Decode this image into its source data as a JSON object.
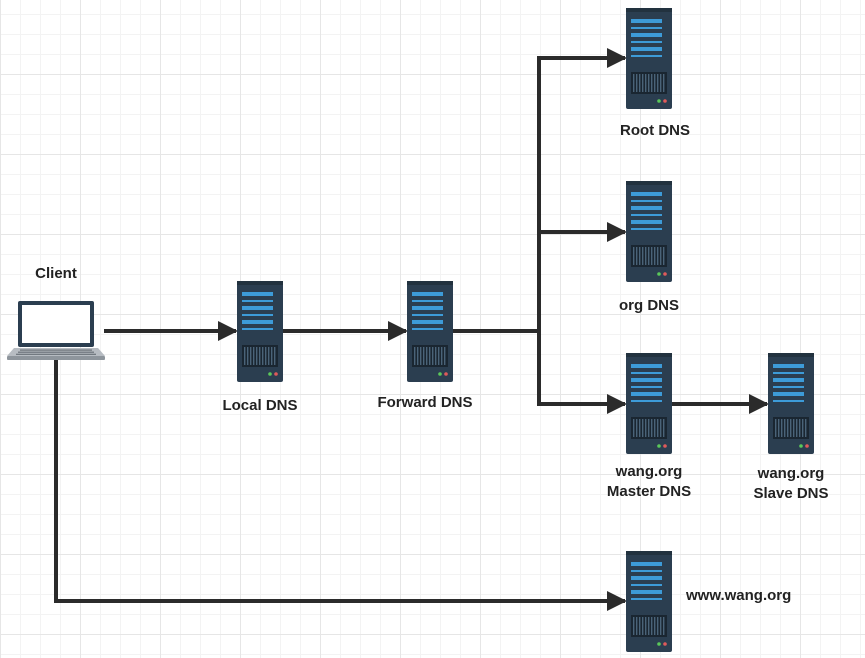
{
  "colors": {
    "server_body": "#2b3e50",
    "server_slot": "#3d9bd8",
    "line": "#2b2b2b",
    "led_green": "#5ac85a",
    "led_red": "#e05a5a"
  },
  "nodes": {
    "client": {
      "label": "Client",
      "icon": "laptop-icon"
    },
    "local_dns": {
      "label": "Local DNS",
      "icon": "server-icon"
    },
    "forward_dns": {
      "label": "Forward DNS",
      "icon": "server-icon"
    },
    "root_dns": {
      "label": "Root DNS",
      "icon": "server-icon"
    },
    "org_dns": {
      "label": "org DNS",
      "icon": "server-icon"
    },
    "master_dns": {
      "label_line1": "wang.org",
      "label_line2": "Master DNS",
      "icon": "server-icon"
    },
    "slave_dns": {
      "label_line1": "wang.org",
      "label_line2": "Slave DNS",
      "icon": "server-icon"
    },
    "www_server": {
      "label": "www.wang.org",
      "icon": "server-icon"
    }
  },
  "edges": [
    {
      "from": "client",
      "to": "local_dns"
    },
    {
      "from": "local_dns",
      "to": "forward_dns"
    },
    {
      "from": "forward_dns",
      "to": "root_dns"
    },
    {
      "from": "forward_dns",
      "to": "org_dns"
    },
    {
      "from": "forward_dns",
      "to": "master_dns"
    },
    {
      "from": "master_dns",
      "to": "slave_dns"
    },
    {
      "from": "client",
      "to": "www_server"
    }
  ]
}
